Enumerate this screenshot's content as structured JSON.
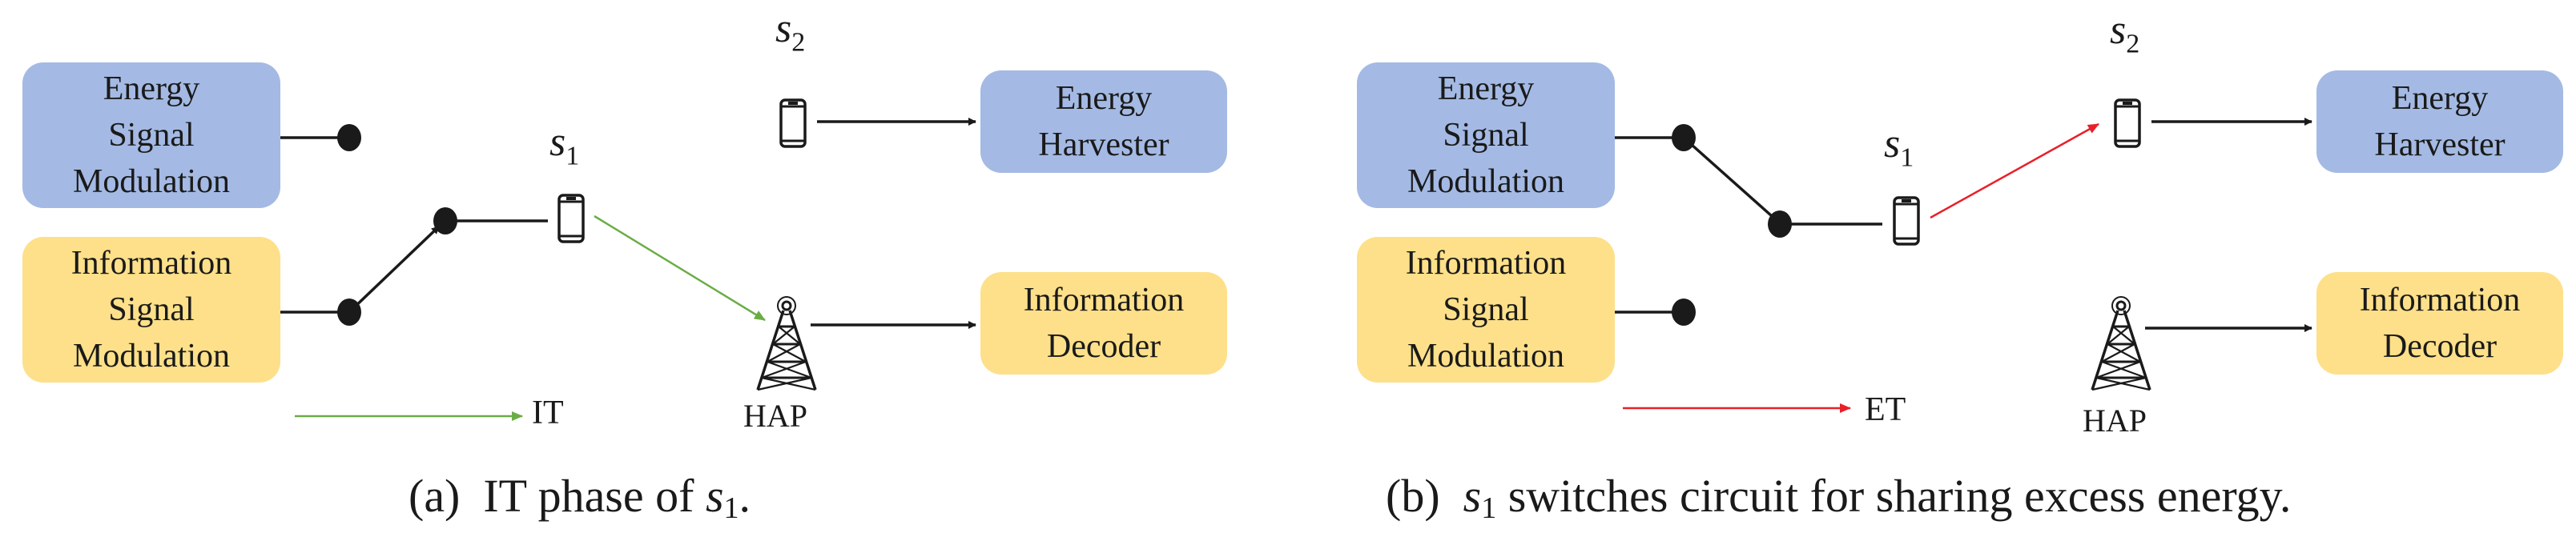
{
  "colors": {
    "energy_box": "#a4bae4",
    "info_box": "#fde089",
    "it_arrow": "#6aad45",
    "et_arrow": "#e8202a",
    "ink": "#1a1a1a"
  },
  "panel_a": {
    "energy_mod": [
      "Energy",
      "Signal",
      "Modulation"
    ],
    "info_mod": [
      "Information",
      "Signal",
      "Modulation"
    ],
    "harvester": [
      "Energy",
      "Harvester"
    ],
    "decoder": [
      "Information",
      "Decoder"
    ],
    "s1_base": "s",
    "s1_sub": "1",
    "s2_base": "s",
    "s2_sub": "2",
    "hap": "HAP",
    "legend": "IT",
    "caption_prefix": "(a)  IT phase of ",
    "caption_var": "s",
    "caption_sub": "1",
    "caption_suffix": "."
  },
  "panel_b": {
    "energy_mod": [
      "Energy",
      "Signal",
      "Modulation"
    ],
    "info_mod": [
      "Information",
      "Signal",
      "Modulation"
    ],
    "harvester": [
      "Energy",
      "Harvester"
    ],
    "decoder": [
      "Information",
      "Decoder"
    ],
    "s1_base": "s",
    "s1_sub": "1",
    "s2_base": "s",
    "s2_sub": "2",
    "hap": "HAP",
    "legend": "ET",
    "caption_prefix": "(b)  ",
    "caption_var": "s",
    "caption_sub": "1",
    "caption_suffix": " switches circuit for sharing excess energy."
  }
}
